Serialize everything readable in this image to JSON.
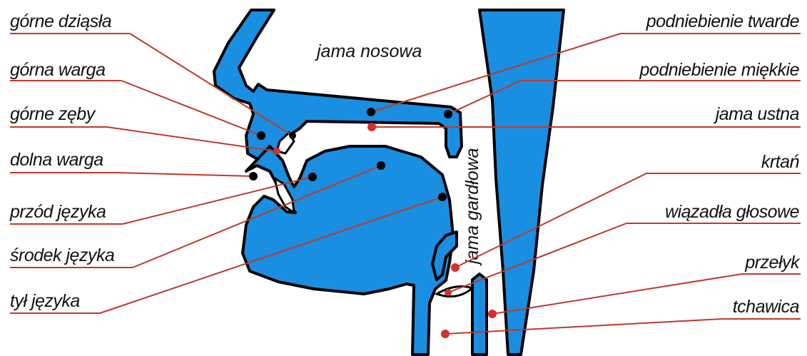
{
  "diagram": {
    "inner_labels": {
      "nasal_cavity": "jama nosowa",
      "pharynx": "jama gardłowa"
    },
    "left_labels": [
      "górne dziąsła",
      "górna warga",
      "górne zęby",
      "dolna warga",
      "przód języka",
      "środek języka",
      "tył języka"
    ],
    "right_labels": [
      "podniebienie twarde",
      "podniebienie miękkie",
      "jama ustna",
      "krtań",
      "wiązadła głosowe",
      "przełyk",
      "tchawica"
    ],
    "colors": {
      "organ_fill": "#1a8ee0",
      "outline": "#000000",
      "leader_line": "#c0392b",
      "marker_red": "#d32f2f",
      "marker_black": "#000000",
      "text": "#111111"
    }
  }
}
